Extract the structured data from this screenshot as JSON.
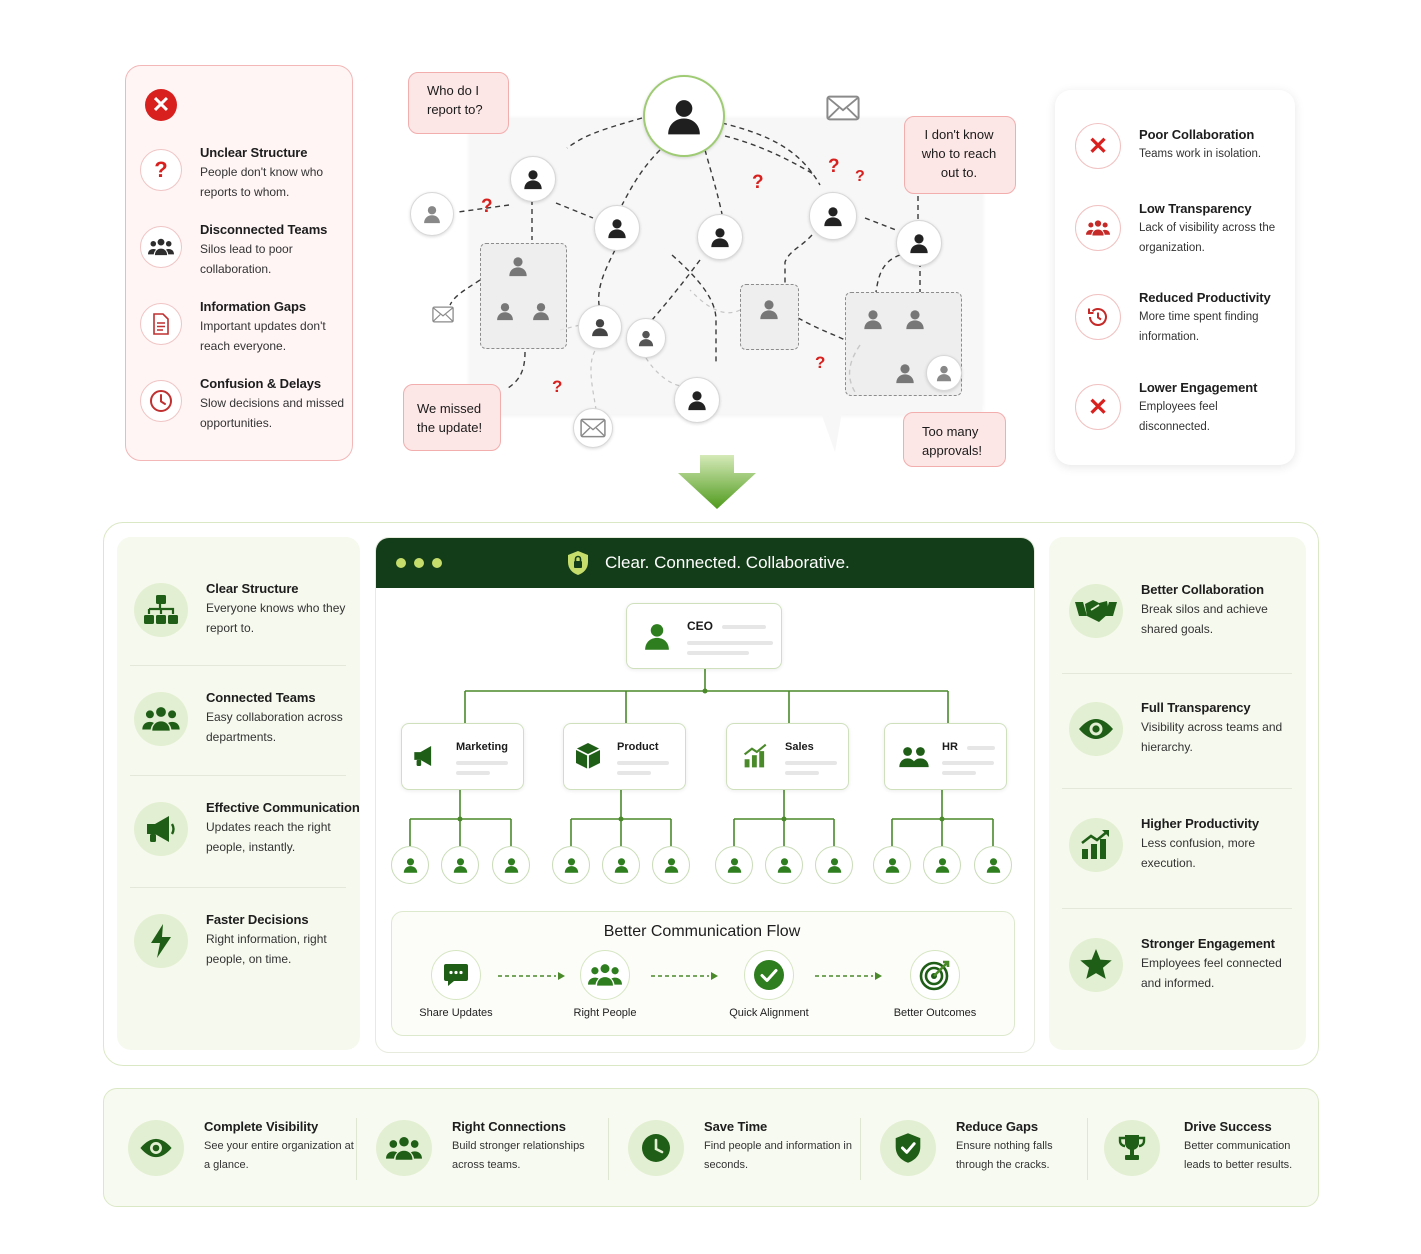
{
  "problems_left": {
    "items": [
      {
        "title": "Unclear Structure",
        "desc": "People don't know who reports to whom.",
        "icon": "question-icon"
      },
      {
        "title": "Disconnected Teams",
        "desc": "Silos lead to poor collaboration.",
        "icon": "people-icon"
      },
      {
        "title": "Information Gaps",
        "desc": "Important updates don't reach everyone.",
        "icon": "document-icon"
      },
      {
        "title": "Confusion & Delays",
        "desc": "Slow decisions and missed opportunities.",
        "icon": "clock-icon"
      }
    ]
  },
  "chaos": {
    "bubbles": [
      "Who do I report to?",
      "I don't know who to reach out to.",
      "We missed the update!",
      "Too many approvals!"
    ],
    "question_mark": "?"
  },
  "problems_right": {
    "items": [
      {
        "title": "Poor Collaboration",
        "desc": "Teams work in isolation.",
        "icon": "x-icon"
      },
      {
        "title": "Low Transparency",
        "desc": "Lack of visibility across the organization.",
        "icon": "people-icon"
      },
      {
        "title": "Reduced Productivity",
        "desc": "More time spent finding information.",
        "icon": "clock-back-icon"
      },
      {
        "title": "Lower Engagement",
        "desc": "Employees feel disconnected.",
        "icon": "x-icon"
      }
    ]
  },
  "solution": {
    "title": "Clear. Connected. Collaborative.",
    "ceo_label": "CEO",
    "departments": [
      {
        "label": "Marketing",
        "icon": "megaphone-icon"
      },
      {
        "label": "Product",
        "icon": "box-icon"
      },
      {
        "label": "Sales",
        "icon": "chart-icon"
      },
      {
        "label": "HR",
        "icon": "people-icon"
      }
    ],
    "flow_title": "Better Communication Flow",
    "flow_steps": [
      {
        "label": "Share Updates",
        "icon": "chat-icon"
      },
      {
        "label": "Right People",
        "icon": "people-icon"
      },
      {
        "label": "Quick Alignment",
        "icon": "check-icon"
      },
      {
        "label": "Better Outcomes",
        "icon": "target-icon"
      }
    ]
  },
  "benefits_left": {
    "items": [
      {
        "title": "Clear Structure",
        "desc": "Everyone knows who they report to.",
        "icon": "org-chart-icon"
      },
      {
        "title": "Connected Teams",
        "desc": "Easy collaboration across departments.",
        "icon": "people-icon"
      },
      {
        "title": "Effective Communication",
        "desc": "Updates reach the right people, instantly.",
        "icon": "megaphone-icon"
      },
      {
        "title": "Faster Decisions",
        "desc": "Right information, right people, on time.",
        "icon": "lightning-icon"
      }
    ]
  },
  "benefits_right": {
    "items": [
      {
        "title": "Better Collaboration",
        "desc": "Break silos and achieve shared goals.",
        "icon": "handshake-icon"
      },
      {
        "title": "Full Transparency",
        "desc": "Visibility across teams and hierarchy.",
        "icon": "eye-icon"
      },
      {
        "title": "Higher Productivity",
        "desc": "Less confusion, more execution.",
        "icon": "chart-icon"
      },
      {
        "title": "Stronger Engagement",
        "desc": "Employees feel connected and informed.",
        "icon": "star-icon"
      }
    ]
  },
  "bottom": {
    "items": [
      {
        "title": "Complete Visibility",
        "desc": "See your entire organization at a glance.",
        "icon": "eye-icon"
      },
      {
        "title": "Right Connections",
        "desc": "Build stronger relationships across teams.",
        "icon": "people-icon"
      },
      {
        "title": "Save Time",
        "desc": "Find people and information in seconds.",
        "icon": "clock-icon"
      },
      {
        "title": "Reduce Gaps",
        "desc": "Ensure nothing falls through the cracks.",
        "icon": "shield-check-icon"
      },
      {
        "title": "Drive Success",
        "desc": "Better communication leads to better results.",
        "icon": "trophy-icon"
      }
    ]
  },
  "colors": {
    "red": "#d8201e",
    "dark_green": "#123d18",
    "green": "#2e7d1f",
    "light_green": "#e3efd2",
    "bubble": "#fde6e6"
  }
}
